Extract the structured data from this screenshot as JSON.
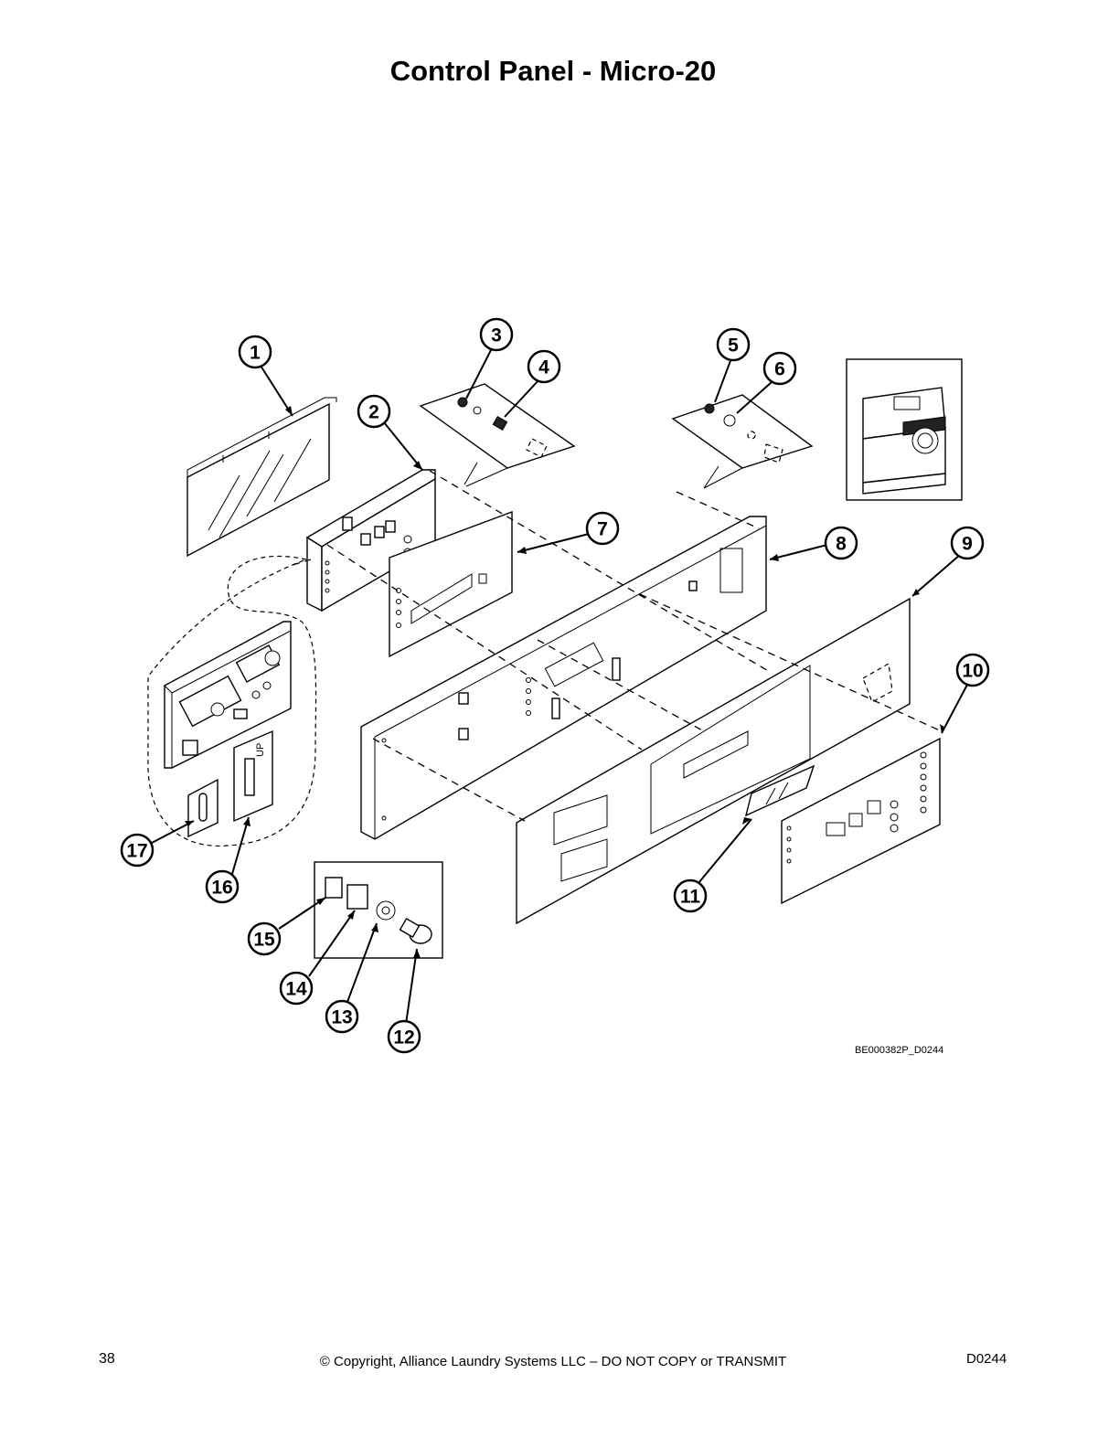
{
  "page": {
    "title": "Control Panel - Micro-20",
    "drawing_code": "BE000382P_D0244",
    "page_number": "38",
    "copyright": "© Copyright, Alliance Laundry Systems LLC – DO NOT COPY or TRANSMIT",
    "doc_code": "D0244"
  },
  "callouts": [
    "1",
    "2",
    "3",
    "4",
    "5",
    "6",
    "7",
    "8",
    "9",
    "10",
    "11",
    "12",
    "13",
    "14",
    "15",
    "16",
    "17"
  ],
  "board_label": "UP"
}
